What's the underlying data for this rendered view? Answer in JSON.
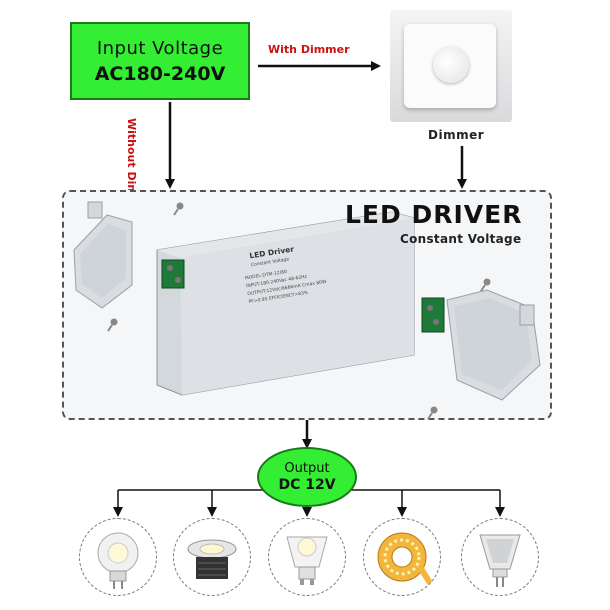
{
  "input": {
    "label": "Input Voltage",
    "value": "AC180-240V"
  },
  "with_dimmer_label": "With Dimmer",
  "without_dimmer_label": "Without Dimmer",
  "dimmer": {
    "caption": "Dimmer"
  },
  "driver": {
    "title": "LED DRIVER",
    "subtitle": "Constant Voltage",
    "label": {
      "heading": "LED Driver",
      "subheading": "Constant Voltage",
      "lines": [
        "MODEL:DTM-12/80",
        "INPUT:180-240Vac 48-62Hz",
        "OUTPUT:12Vdc/6666mA Cmax 80W",
        "PF>0.95 EFFICIENCY>83%"
      ]
    }
  },
  "output": {
    "label": "Output",
    "value": "DC 12V"
  },
  "colors": {
    "green_box": "#33ee33",
    "red_text": "#cc1111"
  },
  "lights": [
    {
      "icon": "mr16-spotlight-icon"
    },
    {
      "icon": "recessed-downlight-icon"
    },
    {
      "icon": "gu10-bulb-icon"
    },
    {
      "icon": "led-strip-reel-icon"
    },
    {
      "icon": "mr16-halogen-bulb-icon"
    }
  ]
}
